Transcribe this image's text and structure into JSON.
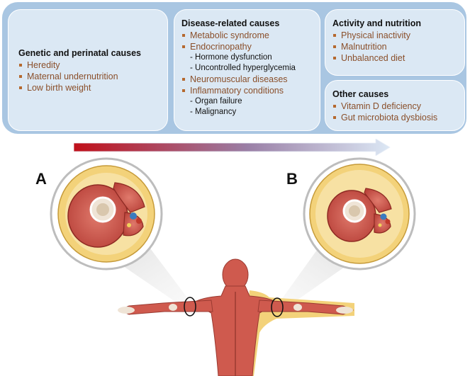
{
  "genetic": {
    "title": "Genetic and perinatal causes",
    "items": [
      "Heredity",
      "Maternal undernutrition",
      "Low birth weight"
    ]
  },
  "disease": {
    "title": "Disease-related causes",
    "items": {
      "metabolic": "Metabolic syndrome",
      "endocrinopathy": "Endocrinopathy",
      "endo_sub": [
        "- Hormone dysfunction",
        "- Uncontrolled hyperglycemia"
      ],
      "neuromuscular": "Neuromuscular diseases",
      "inflammatory": "Inflammatory conditions",
      "infl_sub": [
        "- Organ failure",
        "- Malignancy"
      ]
    }
  },
  "activity": {
    "title": "Activity and nutrition",
    "items": [
      "Physical inactivity",
      "Malnutrition",
      "Unbalanced diet"
    ]
  },
  "other": {
    "title": "Other causes",
    "items": [
      "Vitamin D deficiency",
      "Gut microbiota dysbiosis"
    ]
  },
  "panels": {
    "a": "A",
    "b": "B"
  },
  "colors": {
    "outer": "#a9c6e2",
    "box": "#dbe8f4",
    "bullet_text": "#8a4f2a",
    "arrow_start": "#c0101a",
    "arrow_end": "#d6e4f3",
    "muscle": "#cf5a4e",
    "fat": "#f3d27a",
    "bone": "#efe4d6"
  }
}
